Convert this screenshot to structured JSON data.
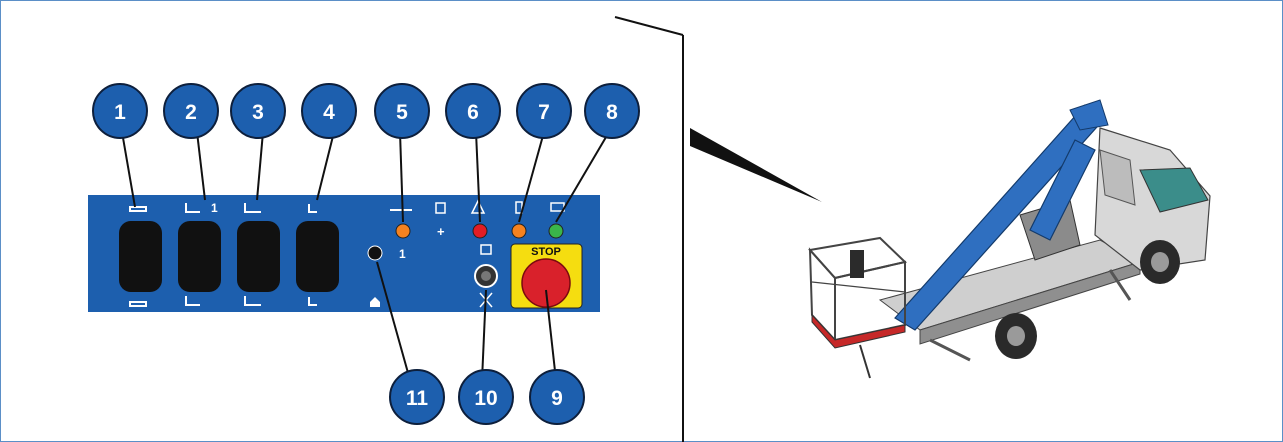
{
  "colors": {
    "frame": "#5b8fc7",
    "panel": "#1d5fae",
    "callout": "#1d5fae",
    "callout_border": "#0d1f3c",
    "stop_yellow": "#f5dd10",
    "stop_red": "#d9212b",
    "lamp_orange": "#f5821f",
    "lamp_red": "#e31d24",
    "lamp_green": "#3ab54a",
    "boom_blue": "#2f6fc0"
  },
  "callouts": [
    "1",
    "2",
    "3",
    "4",
    "5",
    "6",
    "7",
    "8",
    "9",
    "10",
    "11"
  ],
  "panel": {
    "switch2_suffix": "1",
    "jack_label": "1",
    "plus_sign": "+",
    "stop_label": "STOP"
  },
  "icons": {
    "switch1": "rotation-icon",
    "switch2": "boom-icon",
    "switch3": "telescope-icon",
    "switch4": "basket-icon",
    "lamp5": "level-icon",
    "lamp6": "warning-triangle-icon",
    "lamp7": "overload-icon",
    "lamp8": "battery-icon",
    "jack": "home-icon",
    "key": "horn-icon"
  }
}
